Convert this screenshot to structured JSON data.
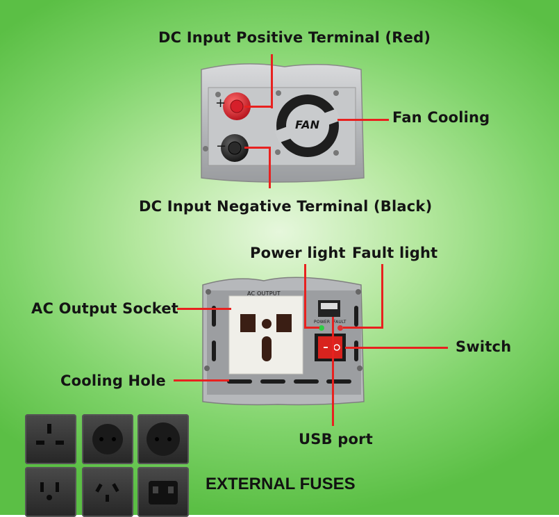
{
  "labels": {
    "dc_positive": "DC Input Positive Terminal (Red)",
    "fan_cooling": "Fan Cooling",
    "dc_negative": "DC Input  Negative Terminal (Black)",
    "power_light": "Power light",
    "fault_light": "Fault light",
    "ac_output_socket": "AC Output Socket",
    "switch": "Switch",
    "cooling_hole": "Cooling Hole",
    "usb_port": "USB port"
  },
  "panel_text": {
    "fan": "FAN",
    "ac_output": "AC OUTPUT",
    "power": "POWER",
    "fault": "FAULT",
    "plus": "+",
    "minus": "−"
  },
  "footer": "EXTERNAL FUSES",
  "colors": {
    "leader": "#e8211f",
    "background": "#7fd36a"
  }
}
